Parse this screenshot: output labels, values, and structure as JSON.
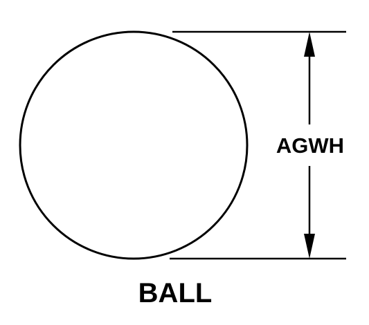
{
  "diagram": {
    "part_name": "BALL",
    "dimension_label": "AGWH",
    "line_color": "#000000",
    "background_color": "#ffffff",
    "shape": "circle"
  }
}
